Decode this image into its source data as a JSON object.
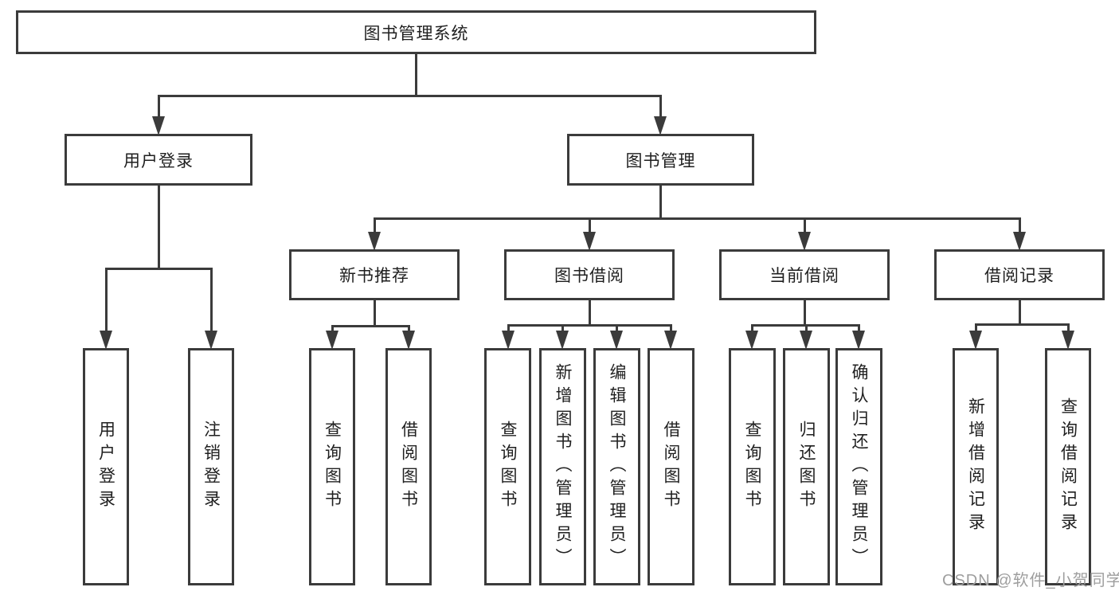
{
  "colors": {
    "line": "#3b3b3b",
    "text": "#1f1f1f",
    "background": "#ffffff",
    "watermark": "#9e9e9e"
  },
  "diagram": {
    "root": {
      "label": "图书管理系统"
    },
    "branches": [
      {
        "label": "用户登录",
        "children": [
          {
            "label": "用户登录"
          },
          {
            "label": "注销登录"
          }
        ]
      },
      {
        "label": "图书管理",
        "modules": [
          {
            "label": "新书推荐",
            "children": [
              {
                "label": "查询图书"
              },
              {
                "label": "借阅图书"
              }
            ]
          },
          {
            "label": "图书借阅",
            "children": [
              {
                "label": "查询图书"
              },
              {
                "label": "新增图书（管理员）"
              },
              {
                "label": "编辑图书（管理员）"
              },
              {
                "label": "借阅图书"
              }
            ]
          },
          {
            "label": "当前借阅",
            "children": [
              {
                "label": "查询图书"
              },
              {
                "label": "归还图书"
              },
              {
                "label": "确认归还（管理员）"
              }
            ]
          },
          {
            "label": "借阅记录",
            "children": [
              {
                "label": "新增借阅记录"
              },
              {
                "label": "查询借阅记录"
              }
            ]
          }
        ]
      }
    ]
  },
  "watermark": {
    "text": "CSDN @软件_小贺同学"
  }
}
